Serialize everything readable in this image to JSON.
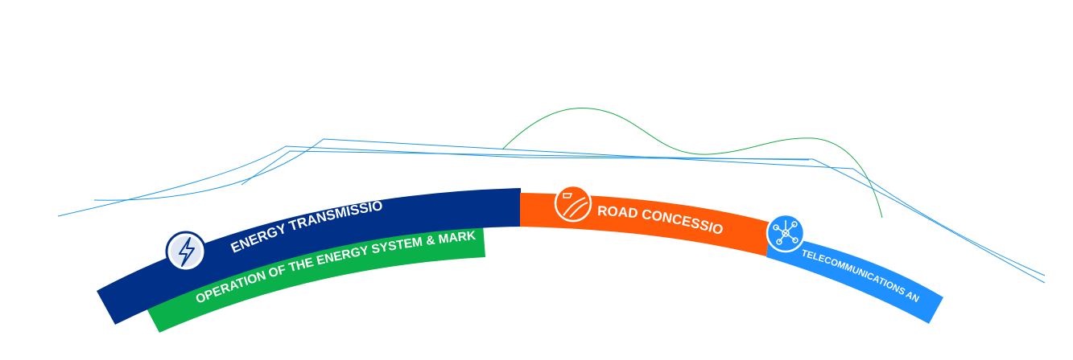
{
  "colors": {
    "energy_transmission": "#003087",
    "energy_system": "#0ab04a",
    "road_concessions": "#ff5a0a",
    "telecom": "#1e90ff",
    "line_blue": "#1e96e6",
    "line_green": "#1aab4a",
    "icon_bg": "#ffffff"
  },
  "bands": {
    "energy_transmission": {
      "label": "ENERGY TRANSMISSION",
      "icon": "lightning-bolt-icon"
    },
    "energy_system": {
      "label": "OPERATION OF THE ENERGY SYSTEM & MARKET"
    },
    "road_concessions": {
      "label": "ROAD CONCESSIONS",
      "icon": "winding-road-icon"
    },
    "telecom": {
      "label": "TELECOMMUNICATIONS AND ICT",
      "icon": "network-nodes-icon"
    }
  }
}
